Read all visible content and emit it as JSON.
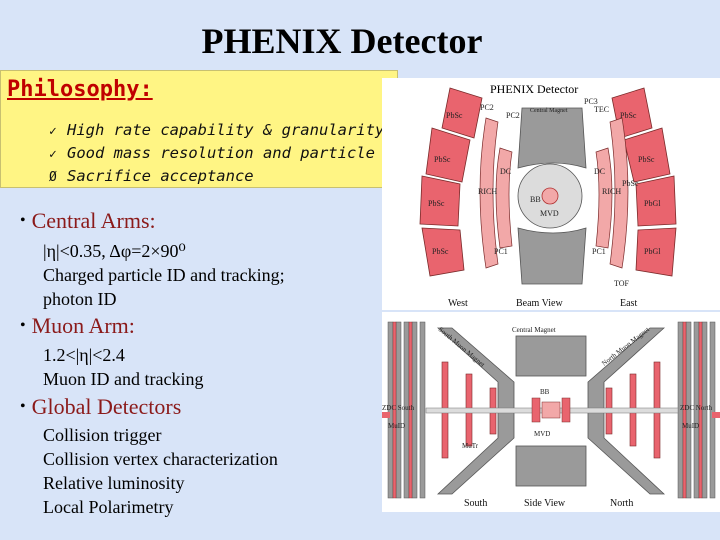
{
  "slide": {
    "title": "PHENIX Detector",
    "philosophy": {
      "heading": "Philosophy:",
      "items": [
        {
          "marker": "✓",
          "text": "High rate capability & granularity"
        },
        {
          "marker": "✓",
          "text": "Good mass resolution and particle ID"
        },
        {
          "marker": "Ø",
          "text": "Sacrifice acceptance"
        }
      ]
    },
    "sections": [
      {
        "bullet": "•",
        "heading": "Central Arms:",
        "lines": [
          "|η|<0.35, Δφ=2×90⁰",
          "Charged particle ID and tracking;",
          "photon ID"
        ]
      },
      {
        "bullet": "•",
        "heading": "Muon Arm:",
        "lines": [
          "1.2<|η|<2.4",
          "Muon ID and tracking"
        ]
      },
      {
        "bullet": "•",
        "heading": "Global Detectors",
        "lines": [
          "Collision trigger",
          "Collision vertex characterization",
          "Relative luminosity",
          "Local Polarimetry"
        ]
      }
    ]
  },
  "figures": {
    "beam_view": {
      "title": "PHENIX Detector",
      "labels": {
        "pc3": "PC3",
        "tec": "TEC",
        "pc2_left": "PC2",
        "pc2_mid": "PC2",
        "central_magnet": "Central Magnet",
        "pbsc_1": "PbSc",
        "pbsc_2": "PbSc",
        "pbsc_3": "PbSc",
        "pbsc_4": "PbSc",
        "pbsc_5": "PbSc",
        "pbsc_6": "PbSc",
        "pbsc_7": "PbSc",
        "pbgl_1": "PbGl",
        "pbgl_2": "PbGl",
        "dc_left": "DC",
        "dc_right": "DC",
        "rich_left": "RICH",
        "rich_right": "RICH",
        "bb": "BB",
        "mvd": "MVD",
        "pc1_left": "PC1",
        "pc1_right": "PC1",
        "tof": "TOF",
        "west": "West",
        "beam_view": "Beam View",
        "east": "East"
      }
    },
    "side_view": {
      "labels": {
        "south_muon_magnet": "South Muon Magnet",
        "central_magnet": "Central Magnet",
        "north_muon_magnet": "North Muon Magnet",
        "zdc_south": "ZDC South",
        "zdc_north": "ZDC North",
        "muid_left": "MuID",
        "muid_right": "MuID",
        "mutr": "MuTr",
        "bb": "BB",
        "mvd": "MVD",
        "south": "South",
        "side_view": "Side View",
        "north": "North"
      }
    }
  },
  "colors": {
    "background": "#d8e4f8",
    "philosophy_box": "#fff584",
    "philosophy_heading": "#c00000",
    "section_heading": "#8b1a1a",
    "detector_red": "#e9646e",
    "detector_gray": "#9a9a9a"
  }
}
